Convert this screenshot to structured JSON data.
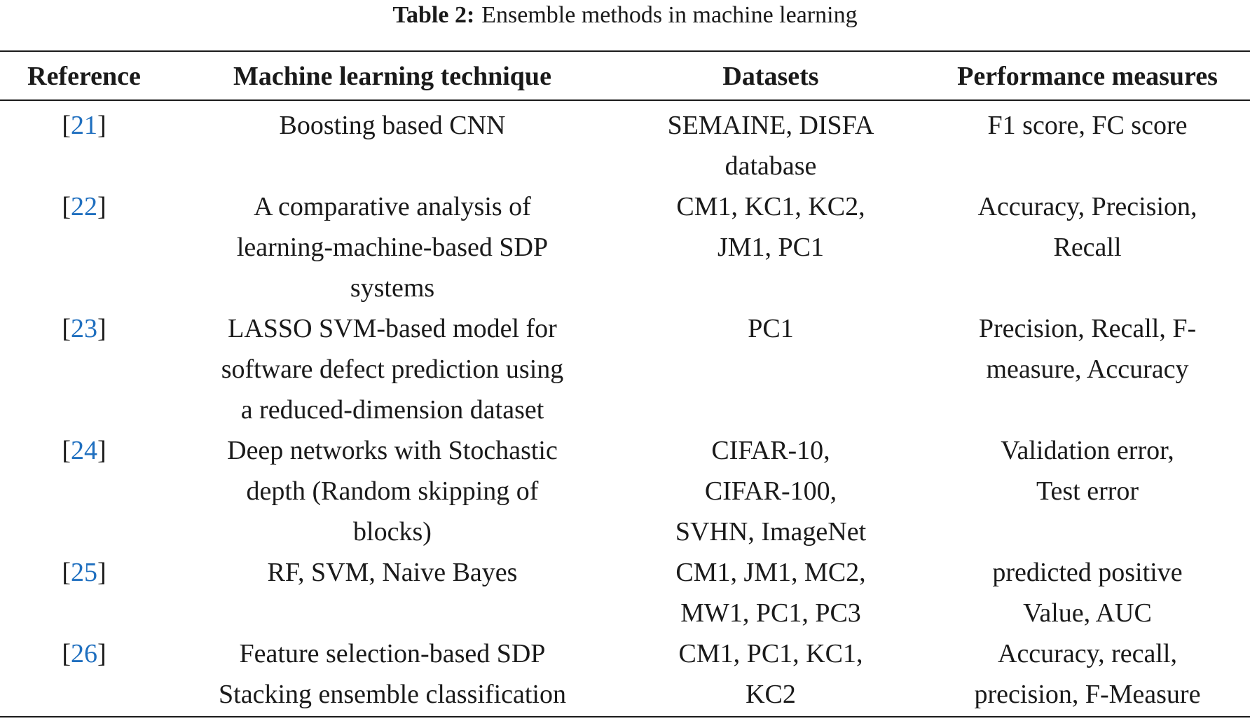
{
  "caption": {
    "label": "Table 2:",
    "text": "Ensemble methods in machine learning"
  },
  "table": {
    "headers": [
      "Reference",
      "Machine learning technique",
      "Datasets",
      "Performance measures"
    ],
    "rows": [
      {
        "ref": "21",
        "technique": [
          "Boosting based CNN"
        ],
        "datasets": [
          "SEMAINE, DISFA",
          "database"
        ],
        "measures": [
          "F1 score, FC score"
        ]
      },
      {
        "ref": "22",
        "technique": [
          "A comparative analysis of",
          "learning-machine-based SDP",
          "systems"
        ],
        "datasets": [
          "CM1, KC1, KC2,",
          "JM1, PC1"
        ],
        "measures": [
          "Accuracy, Precision,",
          "Recall"
        ]
      },
      {
        "ref": "23",
        "technique": [
          "LASSO SVM-based model for",
          "software defect prediction using",
          "a reduced-dimension dataset"
        ],
        "datasets": [
          "PC1"
        ],
        "measures": [
          "Precision, Recall, F-",
          "measure, Accuracy"
        ]
      },
      {
        "ref": "24",
        "technique": [
          "Deep networks with Stochastic",
          "depth (Random skipping of",
          "blocks)"
        ],
        "datasets": [
          "CIFAR-10,",
          "CIFAR-100,",
          "SVHN, ImageNet"
        ],
        "measures": [
          "Validation error,",
          "Test error"
        ]
      },
      {
        "ref": "25",
        "technique": [
          "RF, SVM, Naive Bayes"
        ],
        "datasets": [
          "CM1, JM1, MC2,",
          "MW1, PC1, PC3"
        ],
        "measures": [
          "predicted positive",
          "Value, AUC"
        ]
      },
      {
        "ref": "26",
        "technique": [
          "Feature selection-based SDP",
          "Stacking ensemble classification"
        ],
        "datasets": [
          "CM1, PC1, KC1,",
          "KC2"
        ],
        "measures": [
          "Accuracy, recall,",
          "precision, F-Measure"
        ]
      }
    ]
  },
  "colors": {
    "text": "#1a1a1a",
    "link": "#1f6fbf"
  }
}
